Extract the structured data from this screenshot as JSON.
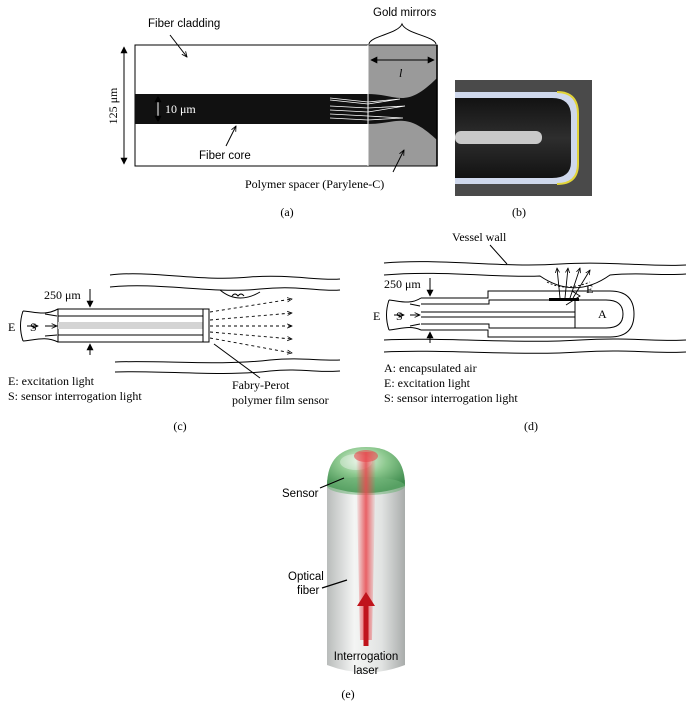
{
  "panel_a": {
    "fiber_cladding": "Fiber cladding",
    "gold_mirrors": "Gold mirrors",
    "diameter": "125 μm",
    "core_diameter": "10 μm",
    "fiber_core": "Fiber core",
    "spacer_length": "l",
    "polymer_spacer": "Polymer spacer (Parylene-C)",
    "caption": "(a)"
  },
  "panel_b": {
    "caption": "(b)"
  },
  "panel_c": {
    "thickness": "250 μm",
    "e": "E",
    "s": "S",
    "legend_e": "E: excitation light",
    "legend_s": "S: sensor interrogation light",
    "fp_line1": "Fabry-Perot",
    "fp_line2": "polymer film sensor",
    "caption": "(c)"
  },
  "panel_d": {
    "vessel_wall": "Vessel wall",
    "thickness": "250 μm",
    "e": "E",
    "s": "S",
    "a": "A",
    "e_tip": "E",
    "legend_a": "A: encapsulated air",
    "legend_e": "E: excitation light",
    "legend_s": "S: sensor interrogation light",
    "caption": "(d)"
  },
  "panel_e": {
    "sensor": "Sensor",
    "optical_line1": "Optical",
    "optical_line2": "fiber",
    "laser_line1": "Interrogation",
    "laser_line2": "laser",
    "caption": "(e)"
  },
  "colors": {
    "core": "#111111",
    "spacer": "#9a9a9a",
    "sensor_green": "#5fae6a",
    "laser_red": "#e8494f",
    "arrow_red": "#c0141c"
  }
}
